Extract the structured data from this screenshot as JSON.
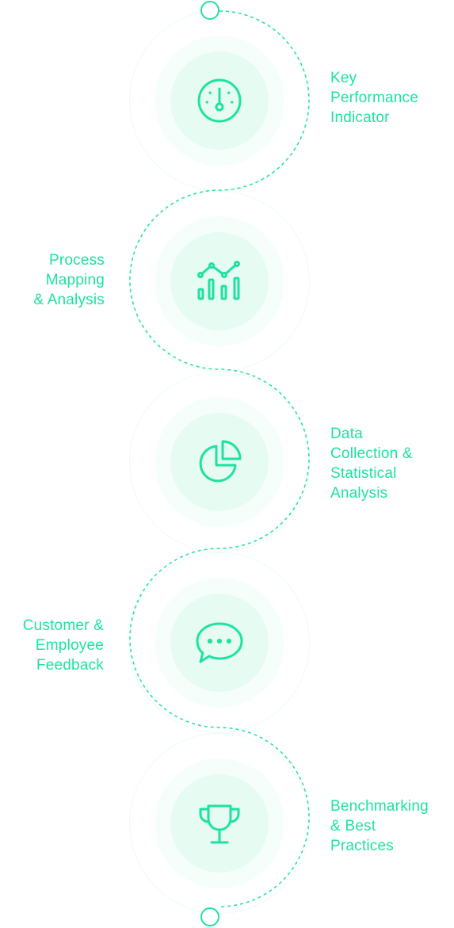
{
  "accent_color": "#1de2a1",
  "steps": [
    {
      "label": "Key\nPerformance\nIndicator",
      "icon": "gauge-icon"
    },
    {
      "label": "Process\nMapping\n& Analysis",
      "icon": "bar-chart-icon"
    },
    {
      "label": "Data\nCollection &\nStatistical\nAnalysis",
      "icon": "pie-chart-icon"
    },
    {
      "label": "Customer &\nEmployee\nFeedback",
      "icon": "chat-bubble-icon"
    },
    {
      "label": "Benchmarking\n& Best\nPractices",
      "icon": "trophy-icon"
    }
  ]
}
